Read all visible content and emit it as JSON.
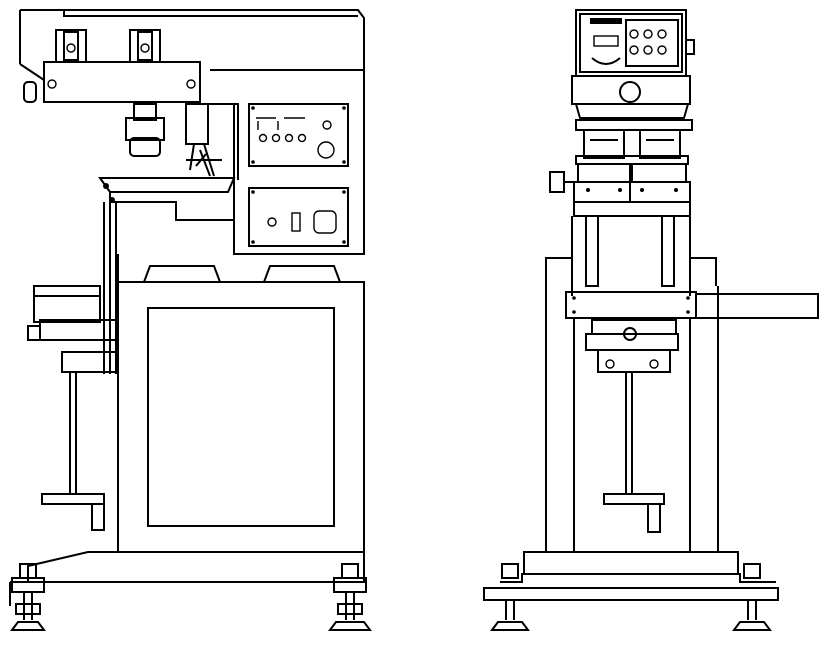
{
  "figure": {
    "type": "technical line drawing",
    "views": [
      "side-view",
      "front-view"
    ],
    "line_color": "#000000",
    "background_color": "#ffffff",
    "visible_text": []
  }
}
